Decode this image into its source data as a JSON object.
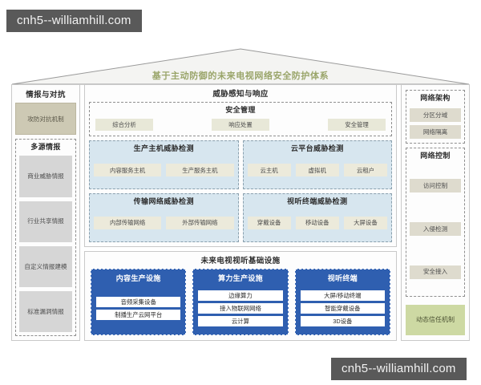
{
  "watermarks": {
    "top": "cnh5--williamhill.com",
    "bottom": "cnh5--williamhill.com"
  },
  "roof": {
    "title": "基于主动防御的未来电视网络安全防护体系"
  },
  "colors": {
    "roof_title": "#9aa56a",
    "detection_box_bg": "#d7e6ef",
    "infra_box_bg": "#2f5fb0",
    "tan_chip": "#cdc9b4",
    "green_chip": "#cdd9a3",
    "cream_chip": "#e8e8d8",
    "gray_chip": "#d6d6d6"
  },
  "left_column": {
    "header": "情报与对抗",
    "top_chip": "攻防对抗机制",
    "group": {
      "header": "多源情报",
      "items": [
        "商业威胁情报",
        "行业共享情报",
        "自定义情报建模",
        "标准漏洞情报"
      ]
    }
  },
  "center_top": {
    "header": "威胁感知与响应",
    "security_management": {
      "header": "安全管理",
      "items": [
        "综合分析",
        "响应处置",
        "安全管理"
      ]
    },
    "detection_boxes": [
      {
        "title": "生产主机威胁检测",
        "items": [
          "内容服务主机",
          "生产服务主机"
        ]
      },
      {
        "title": "云平台威胁检测",
        "items": [
          "云主机",
          "虚拟机",
          "云租户"
        ]
      },
      {
        "title": "传输网络威胁检测",
        "items": [
          "内部传输网络",
          "外部传输网络"
        ]
      },
      {
        "title": "视听终端威胁检测",
        "items": [
          "穿戴设备",
          "移动设备",
          "大屏设备"
        ]
      }
    ]
  },
  "center_bottom": {
    "header": "未来电视视听基础设施",
    "boxes": [
      {
        "title": "内容生产设施",
        "items": [
          "音频采集设备",
          "制播生产云网平台"
        ]
      },
      {
        "title": "算力生产设施",
        "items": [
          "边缘算力",
          "接入物联网网络",
          "云计算"
        ]
      },
      {
        "title": "视听终端",
        "items": [
          "大屏/移动终端",
          "智能穿戴设备",
          "3D设备"
        ]
      }
    ]
  },
  "right_column": {
    "architecture": {
      "header": "网络架构",
      "items": [
        "分区分域",
        "网络隔离"
      ]
    },
    "control": {
      "header": "网络控制",
      "items": [
        "访问控制",
        "入侵检测",
        "安全接入"
      ]
    },
    "trust_chip": "动态信任机制"
  }
}
